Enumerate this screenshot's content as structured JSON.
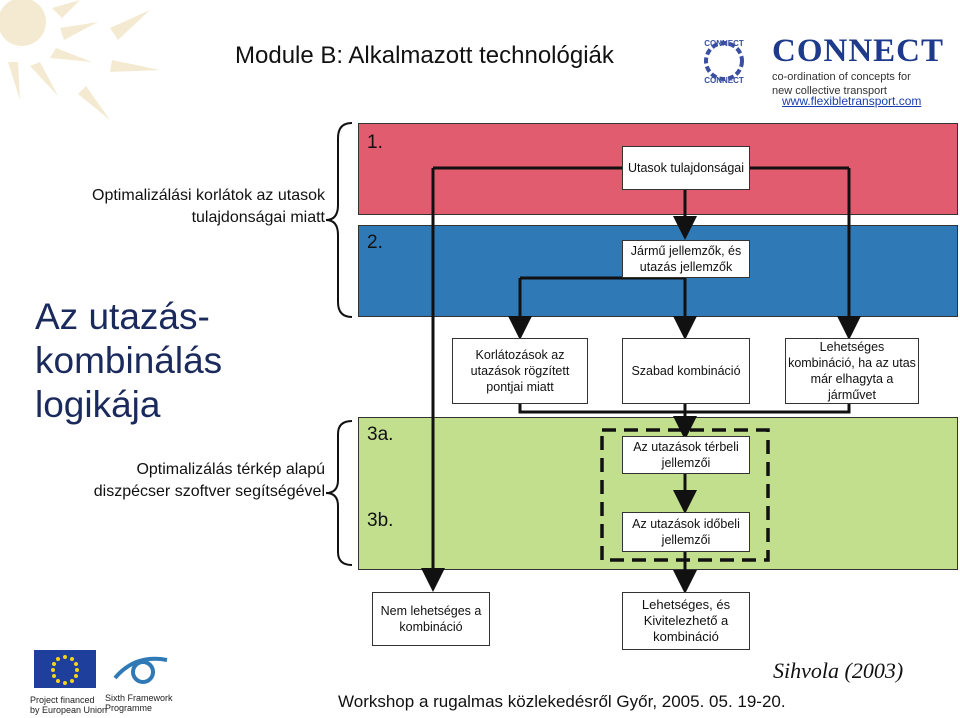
{
  "header": {
    "title": "Module B: Alkalmazott technológiák",
    "logo_name": "CONNECT",
    "logo_tagline_1": "co-ordination of concepts for",
    "logo_tagline_2": "new collective transport",
    "website": "www.flexibletransport.com",
    "seal_text": "CONNECT"
  },
  "left": {
    "constraints_text": "Optimalizálási korlátok az utasok tulajdonságai miatt",
    "heading_line1": "Az utazás-",
    "heading_line2": "kombinálás",
    "heading_line3": "logikája",
    "optimization_text": "Optimalizálás térkép alapú diszpécser szoftver segítségével"
  },
  "diagram": {
    "bands": {
      "label_1": "1.",
      "label_2": "2.",
      "label_3a": "3a.",
      "label_3b": "3b."
    },
    "boxes": {
      "passenger_properties": "Utasok tulajdonságai",
      "vehicle_trip_features": "Jármű jellemzők, és utazás jellemzők",
      "constraints_fixed_points": "Korlátozások az utazások rögzített pontjai miatt",
      "free_combination": "Szabad kombináció",
      "possible_combination": "Lehetséges kombináció, ha az utas már elhagyta a járművet",
      "spatial_features": "Az utazások térbeli jellemzői",
      "temporal_features": "Az utazások időbeli jellemzői",
      "impossible_combination": "Nem lehetséges a kombináció",
      "feasible_combination": "Lehetséges, és Kivitelezhető a kombináció"
    },
    "colors": {
      "red_band": "#e15c6e",
      "blue_band": "#2e79b6",
      "green_band": "#c2df8e"
    }
  },
  "footer": {
    "workshop": "Workshop a rugalmas közlekedésről Győr, 2005. 05. 19-20.",
    "citation": "Sihvola (2003)",
    "eu_caption_1": "Project financed",
    "eu_caption_2": "by European Union",
    "sixth_caption_1": "Sixth Framework",
    "sixth_caption_2": "Programme"
  }
}
